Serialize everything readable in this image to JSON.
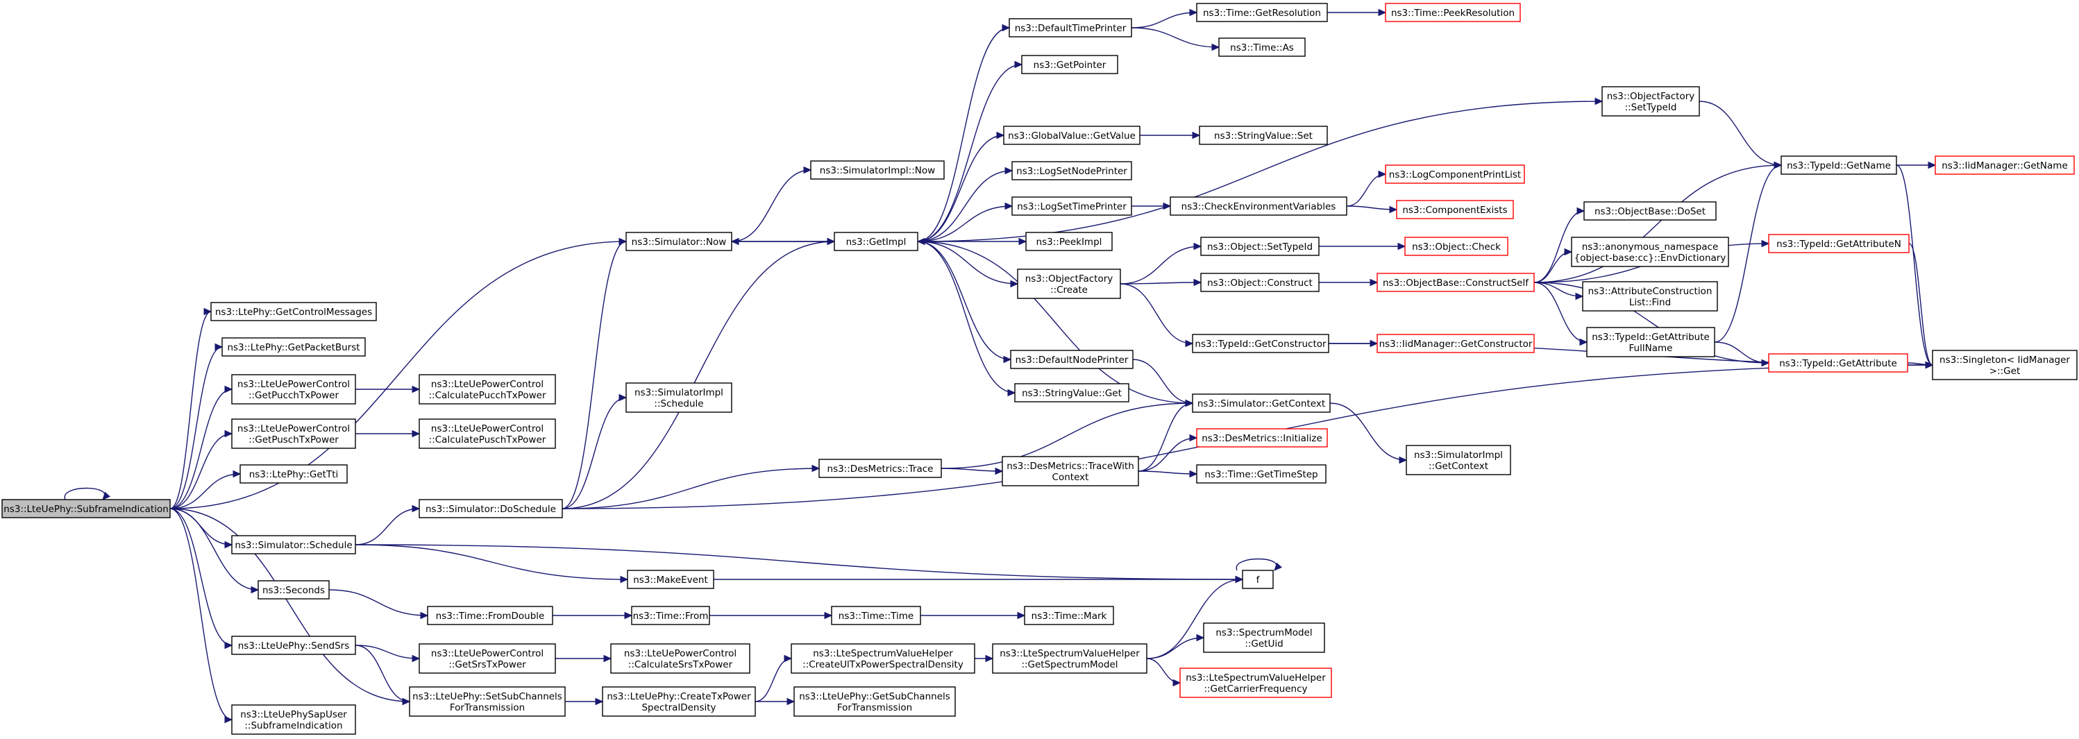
{
  "graph": {
    "colors": {
      "edge": "#191970",
      "node_border": "#000000",
      "incomplete_node_border": "#ff0000",
      "root_fill": "#bfbfbf"
    },
    "nodes": [
      {
        "id": "root",
        "lines": [
          "ns3::LteUePhy::SubframeIndication"
        ],
        "root": true
      },
      {
        "id": "getctrl",
        "lines": [
          "ns3::LtePhy::GetControlMessages"
        ]
      },
      {
        "id": "getpkt",
        "lines": [
          "ns3::LtePhy::GetPacketBurst"
        ]
      },
      {
        "id": "pucch",
        "lines": [
          "ns3::LteUePowerControl",
          "::GetPucchTxPower"
        ]
      },
      {
        "id": "pusch",
        "lines": [
          "ns3::LteUePowerControl",
          "::GetPuschTxPower"
        ]
      },
      {
        "id": "gettti",
        "lines": [
          "ns3::LtePhy::GetTti"
        ]
      },
      {
        "id": "schedule",
        "lines": [
          "ns3::Simulator::Schedule"
        ]
      },
      {
        "id": "seconds",
        "lines": [
          "ns3::Seconds"
        ]
      },
      {
        "id": "sendsrs",
        "lines": [
          "ns3::LteUePhy::SendSrs"
        ]
      },
      {
        "id": "sapuser",
        "lines": [
          "ns3::LteUePhySapUser",
          "::SubframeIndication"
        ]
      },
      {
        "id": "calcpucch",
        "lines": [
          "ns3::LteUePowerControl",
          "::CalculatePucchTxPower"
        ]
      },
      {
        "id": "calcpusch",
        "lines": [
          "ns3::LteUePowerControl",
          "::CalculatePuschTxPower"
        ]
      },
      {
        "id": "doschedule",
        "lines": [
          "ns3::Simulator::DoSchedule"
        ]
      },
      {
        "id": "fromdouble",
        "lines": [
          "ns3::Time::FromDouble"
        ]
      },
      {
        "id": "getsrs",
        "lines": [
          "ns3::LteUePowerControl",
          "::GetSrsTxPower"
        ]
      },
      {
        "id": "setsub",
        "lines": [
          "ns3::LteUePhy::SetSubChannels",
          "ForTransmission"
        ]
      },
      {
        "id": "calcsrs",
        "lines": [
          "ns3::LteUePowerControl",
          "::CalculateSrsTxPower"
        ]
      },
      {
        "id": "simnow",
        "lines": [
          "ns3::Simulator::Now"
        ]
      },
      {
        "id": "implnow",
        "lines": [
          "ns3::SimulatorImpl::Now"
        ]
      },
      {
        "id": "implsched",
        "lines": [
          "ns3::SimulatorImpl",
          "::Schedule"
        ]
      },
      {
        "id": "destrace",
        "lines": [
          "ns3::DesMetrics::Trace"
        ]
      },
      {
        "id": "makeevent",
        "lines": [
          "ns3::MakeEvent"
        ]
      },
      {
        "id": "timefrom",
        "lines": [
          "ns3::Time::From"
        ]
      },
      {
        "id": "createtxpsd",
        "lines": [
          "ns3::LteUePhy::CreateTxPower",
          "SpectralDensity"
        ]
      },
      {
        "id": "getimpl",
        "lines": [
          "ns3::GetImpl"
        ]
      },
      {
        "id": "timetime",
        "lines": [
          "ns3::Time::Time"
        ]
      },
      {
        "id": "createul",
        "lines": [
          "ns3::LteSpectrumValueHelper",
          "::CreateUlTxPowerSpectralDensity"
        ]
      },
      {
        "id": "getsubch",
        "lines": [
          "ns3::LteUePhy::GetSubChannels",
          "ForTransmission"
        ]
      },
      {
        "id": "deftimeprinter",
        "lines": [
          "ns3::DefaultTimePrinter"
        ]
      },
      {
        "id": "getpointer",
        "lines": [
          "ns3::GetPointer"
        ]
      },
      {
        "id": "gvgetvalue",
        "lines": [
          "ns3::GlobalValue::GetValue"
        ]
      },
      {
        "id": "logsetnode",
        "lines": [
          "ns3::LogSetNodePrinter"
        ]
      },
      {
        "id": "logsettime",
        "lines": [
          "ns3::LogSetTimePrinter"
        ]
      },
      {
        "id": "peekimpl",
        "lines": [
          "ns3::PeekImpl"
        ]
      },
      {
        "id": "ofcreate",
        "lines": [
          "ns3::ObjectFactory",
          "::Create"
        ]
      },
      {
        "id": "defnodeprinter",
        "lines": [
          "ns3::DefaultNodePrinter"
        ]
      },
      {
        "id": "strget",
        "lines": [
          "ns3::StringValue::Get"
        ]
      },
      {
        "id": "tracewith",
        "lines": [
          "ns3::DesMetrics::TraceWith",
          "Context"
        ]
      },
      {
        "id": "timemark",
        "lines": [
          "ns3::Time::Mark"
        ]
      },
      {
        "id": "getspecmodel",
        "lines": [
          "ns3::LteSpectrumValueHelper",
          "::GetSpectrumModel"
        ]
      },
      {
        "id": "getres",
        "lines": [
          "ns3::Time::GetResolution"
        ]
      },
      {
        "id": "timeas",
        "lines": [
          "ns3::Time::As"
        ]
      },
      {
        "id": "strset",
        "lines": [
          "ns3::StringValue::Set"
        ]
      },
      {
        "id": "checkenv",
        "lines": [
          "ns3::CheckEnvironmentVariables"
        ]
      },
      {
        "id": "objsettypeid",
        "lines": [
          "ns3::Object::SetTypeId"
        ]
      },
      {
        "id": "objconstruct",
        "lines": [
          "ns3::Object::Construct"
        ]
      },
      {
        "id": "getconstructor",
        "lines": [
          "ns3::TypeId::GetConstructor"
        ]
      },
      {
        "id": "simgetctx",
        "lines": [
          "ns3::Simulator::GetContext"
        ]
      },
      {
        "id": "desinit",
        "lines": [
          "ns3::DesMetrics::Initialize"
        ],
        "red": true
      },
      {
        "id": "gettimestep",
        "lines": [
          "ns3::Time::GetTimeStep"
        ]
      },
      {
        "id": "f",
        "lines": [
          "f"
        ]
      },
      {
        "id": "getuid",
        "lines": [
          "ns3::SpectrumModel",
          "::GetUid"
        ]
      },
      {
        "id": "getcarrier",
        "lines": [
          "ns3::LteSpectrumValueHelper",
          "::GetCarrierFrequency"
        ],
        "red": true
      },
      {
        "id": "peekres",
        "lines": [
          "ns3::Time::PeekResolution"
        ],
        "red": true
      },
      {
        "id": "logcomp",
        "lines": [
          "ns3::LogComponentPrintList"
        ],
        "red": true
      },
      {
        "id": "compexists",
        "lines": [
          "ns3::ComponentExists"
        ],
        "red": true
      },
      {
        "id": "objcheck",
        "lines": [
          "ns3::Object::Check"
        ],
        "red": true
      },
      {
        "id": "constructself",
        "lines": [
          "ns3::ObjectBase::ConstructSelf"
        ],
        "red": true
      },
      {
        "id": "iidgetctor",
        "lines": [
          "ns3::IidManager::GetConstructor"
        ],
        "red": true
      },
      {
        "id": "implgetctx",
        "lines": [
          "ns3::SimulatorImpl",
          "::GetContext"
        ]
      },
      {
        "id": "ofsettypeid",
        "lines": [
          "ns3::ObjectFactory",
          "::SetTypeId"
        ]
      },
      {
        "id": "dosetb",
        "lines": [
          "ns3::ObjectBase::DoSet"
        ]
      },
      {
        "id": "envdict",
        "lines": [
          "ns3::anonymous_namespace",
          "{object-base:cc}::EnvDictionary"
        ]
      },
      {
        "id": "acfind",
        "lines": [
          "ns3::AttributeConstruction",
          "List::Find"
        ]
      },
      {
        "id": "gafull",
        "lines": [
          "ns3::TypeId::GetAttribute",
          "FullName"
        ]
      },
      {
        "id": "tidgetname",
        "lines": [
          "ns3::TypeId::GetName"
        ]
      },
      {
        "id": "getattrn",
        "lines": [
          "ns3::TypeId::GetAttributeN"
        ],
        "red": true
      },
      {
        "id": "getattr",
        "lines": [
          "ns3::TypeId::GetAttribute"
        ],
        "red": true
      },
      {
        "id": "iidgetname",
        "lines": [
          "ns3::IidManager::GetName"
        ],
        "red": true
      },
      {
        "id": "singleton",
        "lines": [
          "ns3::Singleton< IidManager",
          ">::Get"
        ]
      }
    ]
  }
}
